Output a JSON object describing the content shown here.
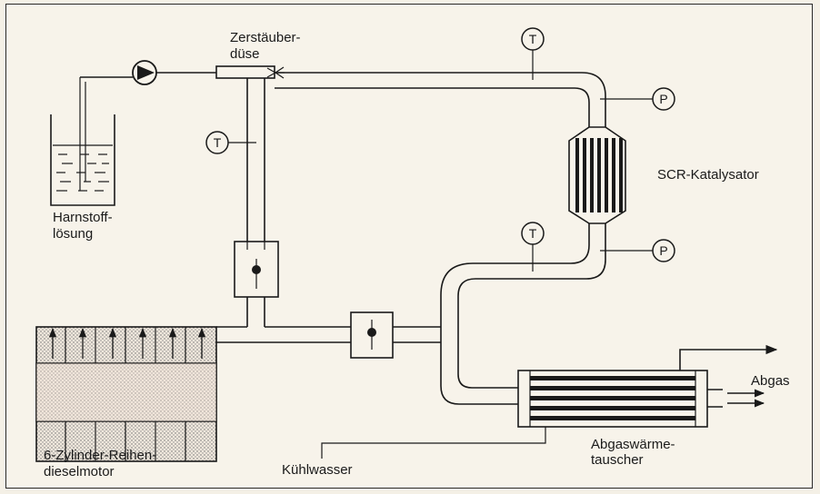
{
  "labels": {
    "nozzle_l1": "Zerstäuber-",
    "nozzle_l2": "düse",
    "urea_l1": "Harnstoff-",
    "urea_l2": "lösung",
    "catalyst": "SCR-Katalysator",
    "engine_l1": "6-Zylinder-Reihen-",
    "engine_l2": "dieselmotor",
    "cooling_water": "Kühlwasser",
    "exchanger_l1": "Abgaswärme-",
    "exchanger_l2": "tauscher",
    "exhaust": "Abgas"
  },
  "gauges": {
    "t_inlet": "T",
    "t_bypass": "T",
    "t_outlet": "T",
    "p_inlet": "P",
    "p_outlet": "P"
  },
  "colors": {
    "ink": "#1a1a1a",
    "paper": "#f7f3ea"
  }
}
